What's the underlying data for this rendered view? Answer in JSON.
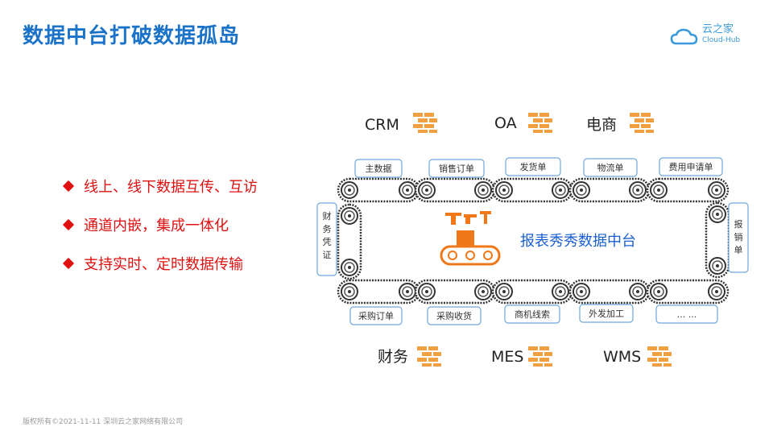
{
  "title": "数据中台打破数据孤岛",
  "logo": {
    "name": "云之家",
    "sub": "Cloud-Hub",
    "icon": "cloud-icon"
  },
  "bullets": [
    "线上、线下数据互传、互访",
    "通道内嵌，集成一体化",
    "支持实时、定时数据传输"
  ],
  "systems_top": [
    "CRM",
    "OA",
    "电商"
  ],
  "systems_bottom": [
    "财务",
    "MES",
    "WMS"
  ],
  "top_docs": [
    "主数据",
    "销售订单",
    "发货单",
    "物流单",
    "费用申请单"
  ],
  "bottom_docs": [
    "采购订单",
    "采购收货",
    "商机线索",
    "外发加工",
    "... ..."
  ],
  "left_doc": "财务凭证",
  "right_doc": "报销单",
  "center": "报表秀秀数据中台",
  "footer": "版权所有©2021-11-11 深圳云之家网络有限公司",
  "colors": {
    "title": "#1a73c8",
    "accent": "#e01010",
    "brick": "#f0a040",
    "box_border": "#6fa8dc",
    "center_text": "#1a5fd0",
    "factory": "#f07818"
  }
}
